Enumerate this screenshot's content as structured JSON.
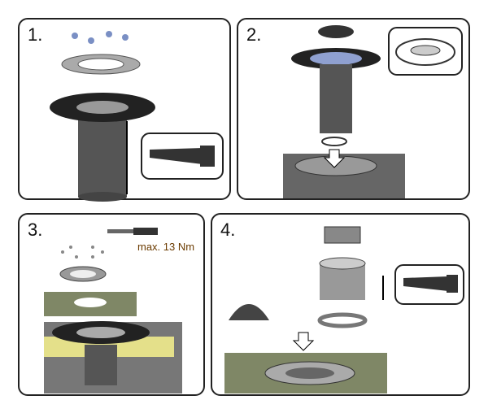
{
  "steps": [
    {
      "number": "1."
    },
    {
      "number": "2."
    },
    {
      "number": "3.",
      "torque_label": "max. 13 Nm"
    },
    {
      "number": "4."
    }
  ]
}
